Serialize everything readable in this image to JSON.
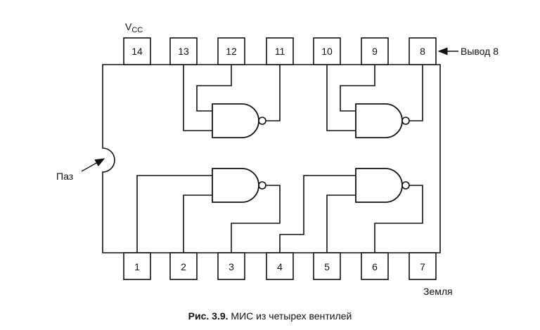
{
  "vcc": {
    "main": "V",
    "sub": "CC"
  },
  "pins": [
    "1",
    "2",
    "3",
    "4",
    "5",
    "6",
    "7",
    "8",
    "9",
    "10",
    "11",
    "12",
    "13",
    "14"
  ],
  "annotations": {
    "pin8": "Вывод 8",
    "notch": "Паз",
    "ground": "Земля"
  },
  "caption": {
    "prefix": "Рис. 3.9.",
    "text": " МИС из четырех вентилей"
  }
}
